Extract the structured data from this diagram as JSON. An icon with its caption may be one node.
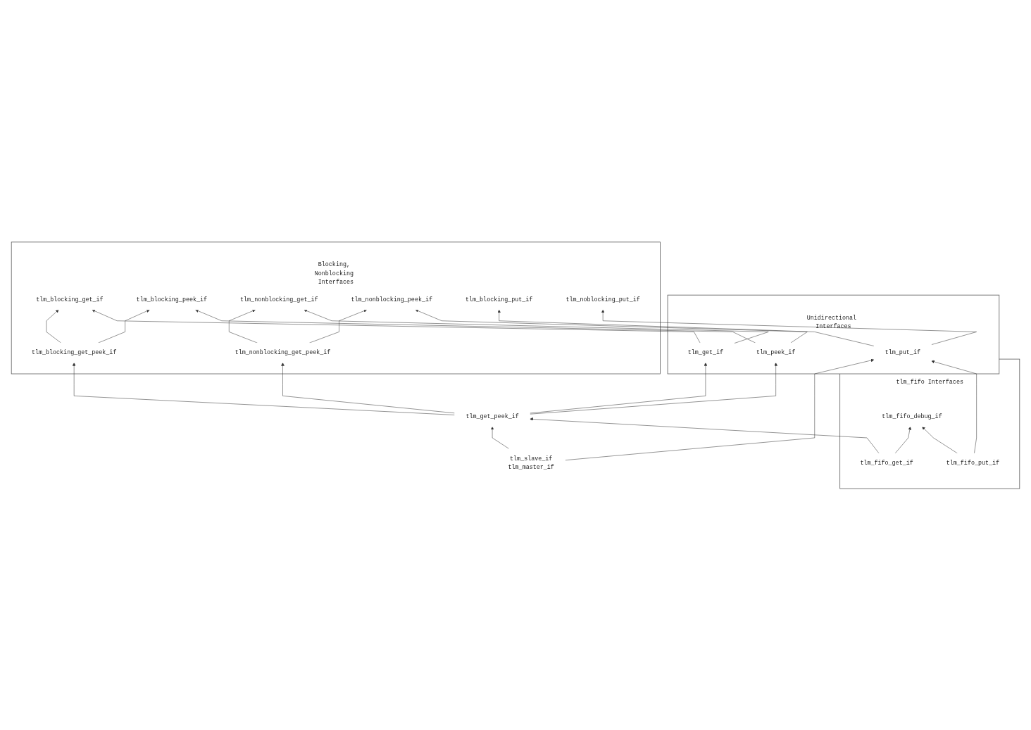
{
  "diagram": {
    "nodes": [
      {
        "text": [
          "Blocking, Nonblocking Interfaces"
        ]
      },
      {
        "text": [
          "tlm_blocking_get_if"
        ],
        "in": 0
      },
      {
        "text": [
          "tlm_blocking_peek_if"
        ],
        "in": 0
      },
      {
        "text": [
          "tlm_blocking_get_peek_if"
        ],
        "in": 0
      },
      {
        "text": [
          "tlm_nonblocking_get_if"
        ],
        "in": 0
      },
      {
        "text": [
          "tlm_nonblocking_peek_if"
        ],
        "in": 0
      },
      {
        "text": [
          "tlm_nonblocking_get_peek_if"
        ],
        "in": 0
      },
      {
        "text": [
          "tlm_blocking_put_if"
        ],
        "in": 0
      },
      {
        "text": [
          "tlm_noblocking_put_if"
        ],
        "in": 0
      },
      {
        "text": [
          "Unidirectional Interfaces"
        ]
      },
      {
        "text": [
          "tlm_get_if"
        ],
        "in": 9
      },
      {
        "text": [
          "tlm_peek_if"
        ],
        "in": 9
      },
      {
        "text": [
          "tlm_put_if"
        ],
        "in": 9
      },
      {
        "text": [
          "tlm_get_peek_if"
        ]
      },
      {
        "text": [
          "tlm_slave_if",
          "tlm_master_if"
        ]
      },
      {
        "text": [
          "tlm_fifo Interfaces"
        ]
      },
      {
        "text": [
          "tlm_fifo_debug_if"
        ],
        "in": 15
      },
      {
        "text": [
          "tlm_fifo_get_if"
        ],
        "in": 15
      },
      {
        "text": [
          "tlm_fifo_put_if"
        ],
        "in": 15
      }
    ],
    "edges": [
      {
        "from": 3,
        "to": 1,
        "arrow": "to"
      },
      {
        "from": 3,
        "to": 2,
        "arrow": "to"
      },
      {
        "from": 6,
        "to": 4,
        "arrow": "to"
      },
      {
        "from": 6,
        "to": 5,
        "arrow": "to"
      },
      {
        "from": 10,
        "to": 1,
        "arrow": "to"
      },
      {
        "from": 10,
        "to": 4,
        "arrow": "to"
      },
      {
        "from": 11,
        "to": 5,
        "arrow": "to"
      },
      {
        "from": 11,
        "to": 2,
        "arrow": "to"
      },
      {
        "from": 12,
        "to": 7,
        "arrow": "to"
      },
      {
        "from": 12,
        "to": 8,
        "arrow": "to"
      },
      {
        "from": 13,
        "to": 10,
        "arrow": "to"
      },
      {
        "from": 13,
        "to": 6,
        "arrow": "to"
      },
      {
        "from": 13,
        "to": 3,
        "arrow": "to"
      },
      {
        "from": 13,
        "to": 11,
        "arrow": "to"
      },
      {
        "from": 14,
        "to": 13,
        "arrow": "to"
      },
      {
        "from": 14,
        "to": 12,
        "arrow": "to"
      },
      {
        "from": 17,
        "to": 16,
        "arrow": "to"
      },
      {
        "from": 18,
        "to": 16,
        "arrow": "to"
      },
      {
        "from": 17,
        "to": 13,
        "arrow": "to"
      },
      {
        "from": 18,
        "to": 12,
        "arrow": "to"
      }
    ]
  }
}
